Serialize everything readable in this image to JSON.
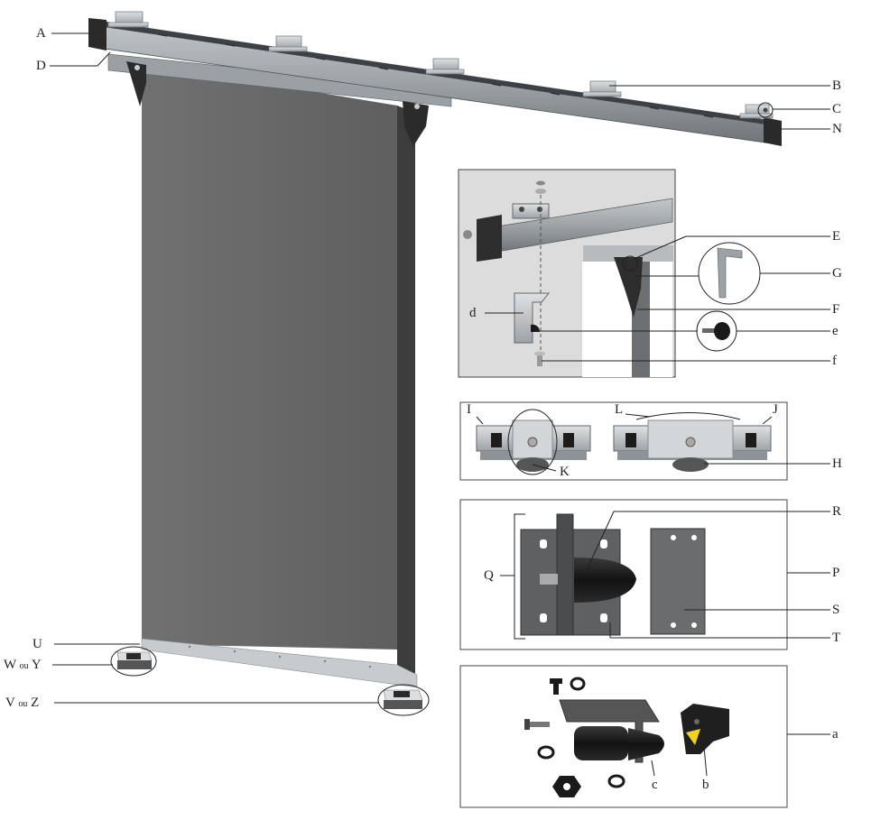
{
  "labels": {
    "A": "A",
    "D": "D",
    "B": "B",
    "C": "C",
    "N": "N",
    "E": "E",
    "G": "G",
    "F": "F",
    "d": "d",
    "e": "e",
    "f": "f",
    "I": "I",
    "L": "L",
    "J": "J",
    "K": "K",
    "H": "H",
    "R": "R",
    "Q": "Q",
    "P": "P",
    "S": "S",
    "T": "T",
    "U": "U",
    "W": "W",
    "Y": "Y",
    "V": "V",
    "Z": "Z",
    "ou": "ou",
    "a": "a",
    "b": "b",
    "c": "c"
  },
  "colors": {
    "door_panel": "#666766",
    "door_edge": "#3b3c3b",
    "rail": "#9ea3a6",
    "rail_dark": "#5f6468",
    "steel": "#b9bec2",
    "rubber": "#1c1c1c",
    "warning": "#f1d21b",
    "inset_bg": "#dcdcdc"
  }
}
